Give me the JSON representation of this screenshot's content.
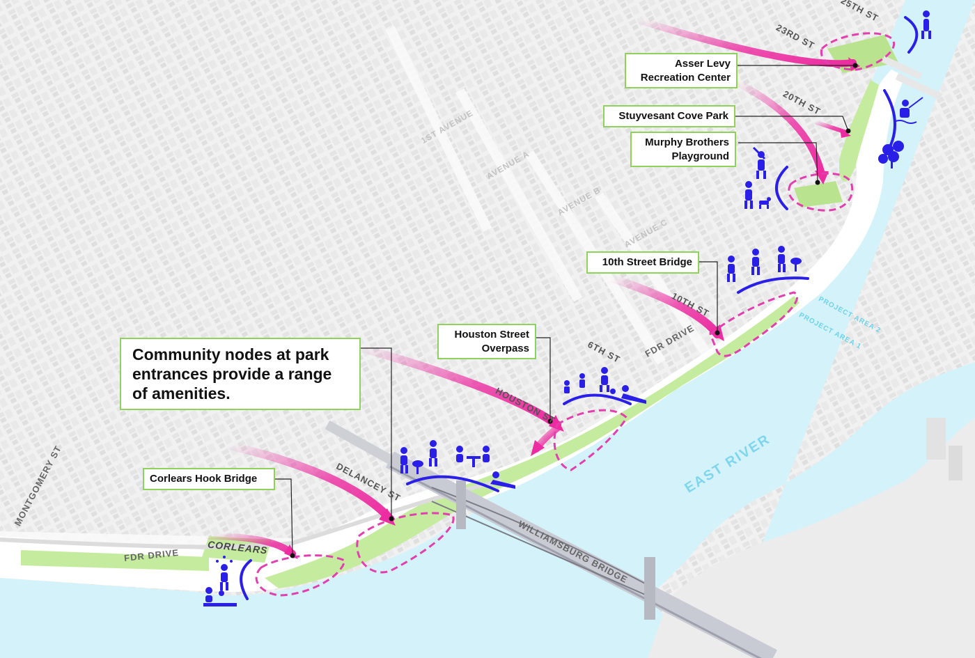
{
  "callouts": {
    "asser_levy": "Asser Levy\nRecreation Center",
    "stuyvesant": "Stuyvesant Cove Park",
    "murphy": "Murphy Brothers\nPlayground",
    "tenth_bridge": "10th Street Bridge",
    "houston_overpass": "Houston Street\nOverpass",
    "community": "Community nodes at park\nentrances provide a range\nof amenities.",
    "corlears_bridge": "Corlears Hook Bridge"
  },
  "streets": {
    "st25": "25TH ST",
    "st23": "23RD ST",
    "st20": "20TH ST",
    "ave1": "1ST AVENUE",
    "aveA": "AVENUE A",
    "aveB": "AVENUE B",
    "aveC": "AVENUE C",
    "st10": "10TH ST",
    "st6": "6TH ST",
    "fdr_upper": "FDR DRIVE",
    "houston": "HOUSTON ST",
    "delancey": "DELANCEY ST",
    "williamsburg": "WILLIAMSBURG BRIDGE",
    "montgomery": "MONTGOMERY ST",
    "fdr_lower": "FDR DRIVE",
    "corlears": "CORLEARS",
    "east_river": "EAST RIVER",
    "project_area_2": "PROJECT AREA 2",
    "project_area_1": "PROJECT AREA 1"
  },
  "icons": [
    "basketball-player-icon",
    "fishing-icon",
    "dog-walker-icon",
    "flower-icon",
    "baseball-player-icon",
    "tennis-player-icon",
    "bbq-grill-icon",
    "picnic-table-icon",
    "lounging-person-icon",
    "kids-playing-icon",
    "soccer-player-icon",
    "juggler-icon",
    "sitting-person-icon"
  ],
  "colors": {
    "water": "#d4f2f9",
    "park": "#c5ec9e",
    "node_outline": "#e23fae",
    "arrow": "#ec2ca0",
    "amenity": "#2a1fe6",
    "callout_border": "#8fd15a"
  }
}
